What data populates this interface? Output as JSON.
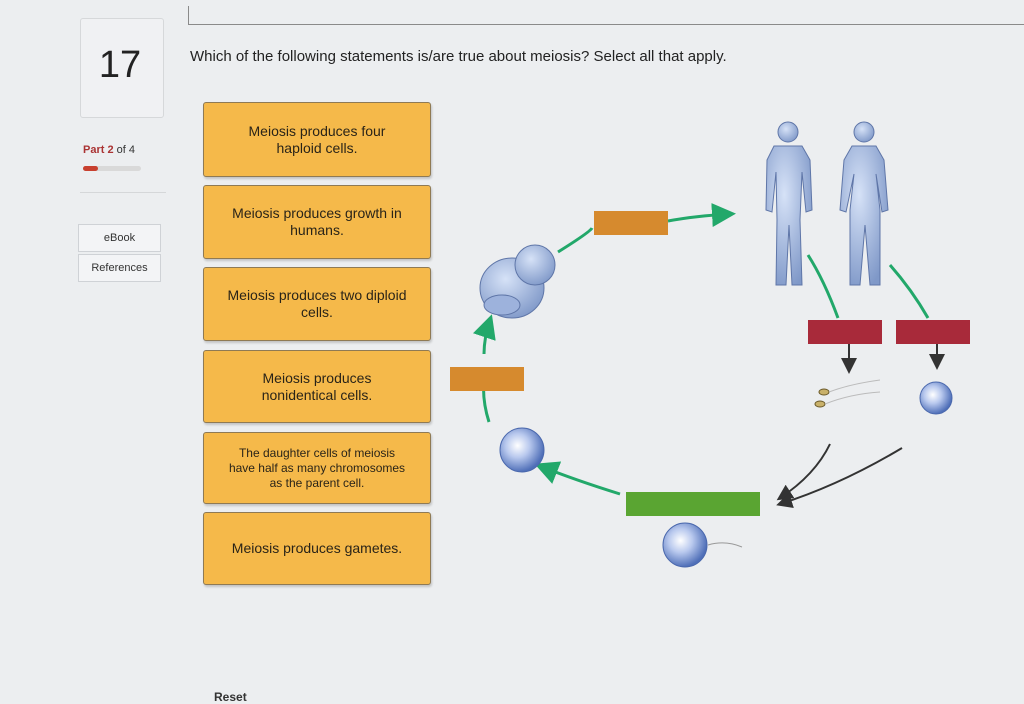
{
  "question": {
    "number": "17",
    "part_label": "Part",
    "part_current": "2",
    "part_of": "of 4",
    "part_progress": 0.25,
    "text": "Which of the following statements is/are true about meiosis? Select all that apply."
  },
  "sidebar": {
    "ebook_label": "eBook",
    "references_label": "References"
  },
  "options": [
    {
      "line1": "Meiosis produces four",
      "line2": "haploid cells."
    },
    {
      "line1": "Meiosis produces growth in",
      "line2": "humans."
    },
    {
      "line1": "Meiosis produces two diploid",
      "line2": "cells."
    },
    {
      "line1": "Meiosis produces",
      "line2": "nonidentical cells."
    },
    {
      "line1": "The daughter cells of meiosis",
      "line2": "have half as many chromosomes",
      "line3": "as the parent cell."
    },
    {
      "line1": "Meiosis produces gametes."
    }
  ],
  "footer": {
    "reset_label": "Reset"
  },
  "colors": {
    "option_fill": "#f5b94a",
    "target_orange": "#d68a2e",
    "target_red": "#a82a3a",
    "target_green": "#5aa532",
    "arrow_green": "#22a86a",
    "accent_red": "#c8402f"
  }
}
